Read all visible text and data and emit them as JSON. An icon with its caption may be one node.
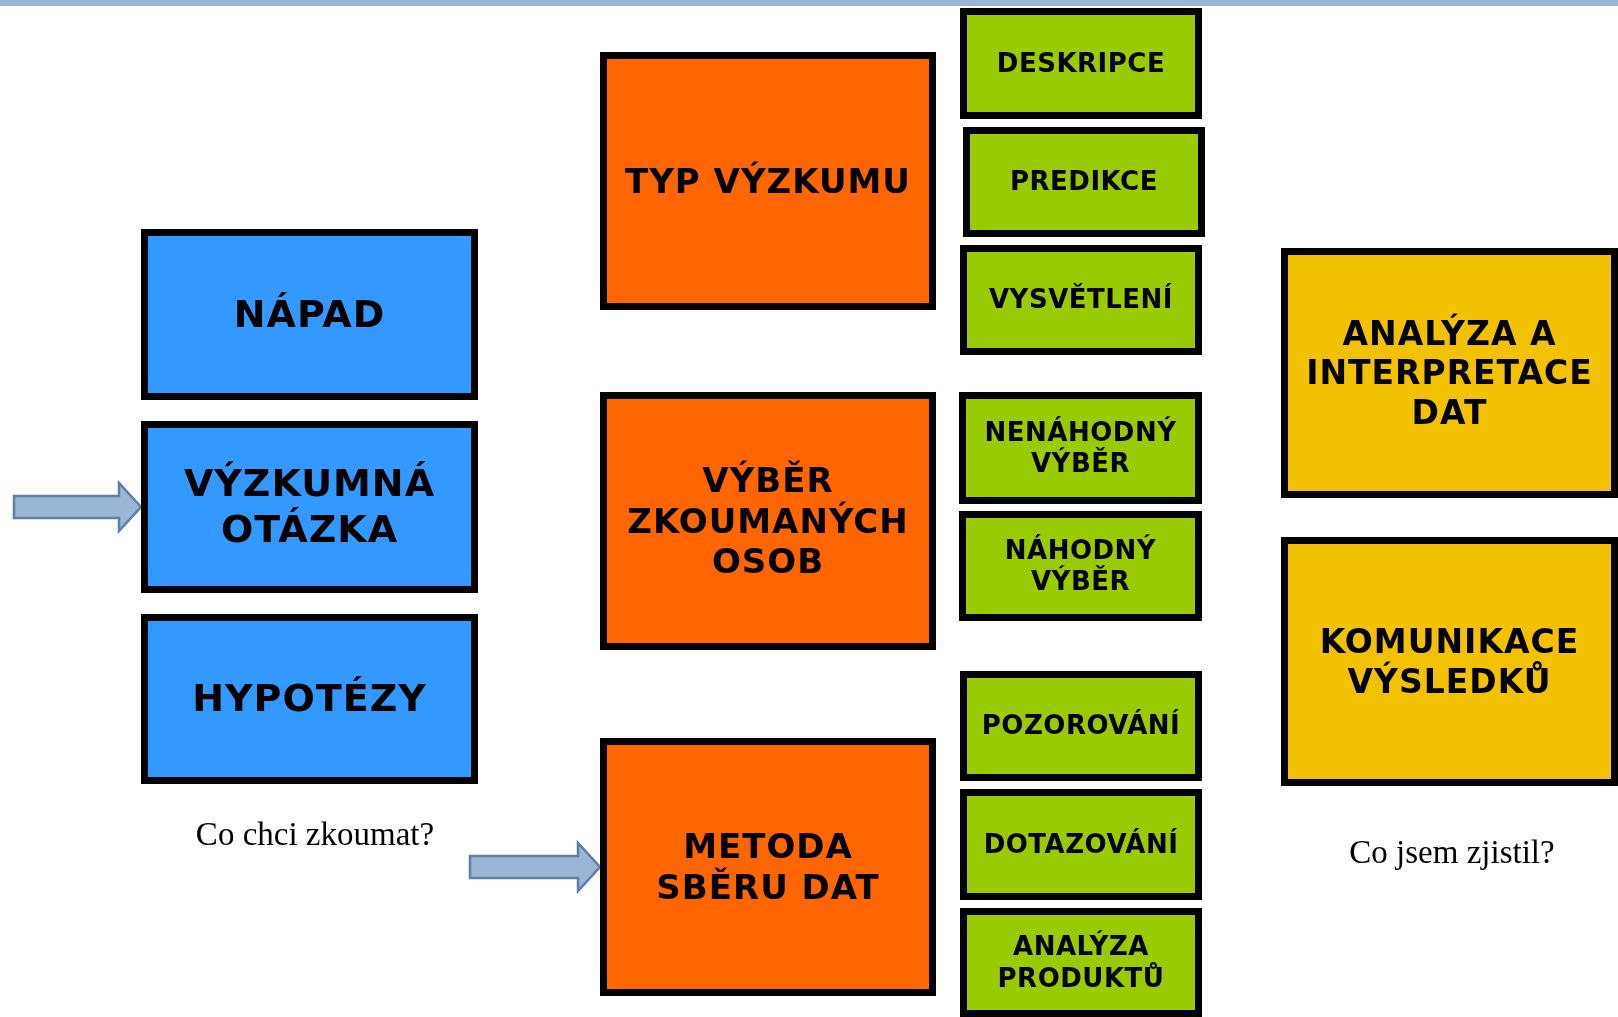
{
  "diagram": {
    "nodes": [
      {
        "text": [
          "NÁPAD"
        ]
      },
      {
        "text": [
          "VÝZKUMNÁ OTÁZKA"
        ]
      },
      {
        "text": [
          "HYPOTÉZY"
        ]
      },
      {
        "text": [
          "TYP VÝZKUMU"
        ]
      },
      {
        "text": [
          "VÝBĚR ZKOUMANÝCH OSOB"
        ]
      },
      {
        "text": [
          "METODA SBĚRU DAT"
        ]
      },
      {
        "text": [
          "DESKRIPCE"
        ]
      },
      {
        "text": [
          "PREDIKCE"
        ]
      },
      {
        "text": [
          "VYSVĚTLENÍ"
        ]
      },
      {
        "text": [
          "NENÁHODNÝ VÝBĚR"
        ]
      },
      {
        "text": [
          "NÁHODNÝ VÝBĚR"
        ]
      },
      {
        "text": [
          "POZOROVÁNÍ"
        ]
      },
      {
        "text": [
          "DOTAZOVÁNÍ"
        ]
      },
      {
        "text": [
          "ANALÝZA PRODUKTŮ"
        ]
      },
      {
        "text": [
          "ANALÝZA A INTERPRETACE DAT"
        ]
      },
      {
        "text": [
          "KOMUNIKACE VÝSLEDKŮ"
        ]
      }
    ],
    "edges": [
      {
        "from": null,
        "to": 1,
        "arrow": "to"
      },
      {
        "from": null,
        "to": 5,
        "arrow": "to"
      }
    ],
    "labels": [
      "Co chci zkoumat?",
      "Co jsem zjistil?"
    ]
  }
}
